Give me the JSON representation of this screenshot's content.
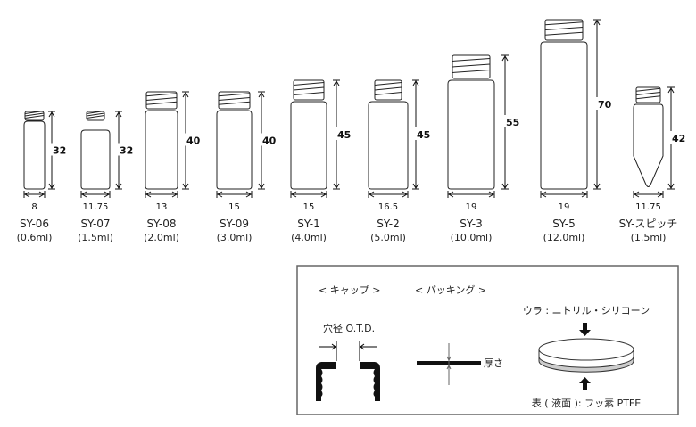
{
  "vials": [
    {
      "name": "SY-06",
      "volume": "(0.6ml)",
      "height": "32",
      "diameter": "8"
    },
    {
      "name": "SY-07",
      "volume": "(1.5ml)",
      "height": "32",
      "diameter": "11.75"
    },
    {
      "name": "SY-08",
      "volume": "(2.0ml)",
      "height": "40",
      "diameter": "13"
    },
    {
      "name": "SY-09",
      "volume": "(3.0ml)",
      "height": "40",
      "diameter": "15"
    },
    {
      "name": "SY-1",
      "volume": "(4.0ml)",
      "height": "45",
      "diameter": "15"
    },
    {
      "name": "SY-2",
      "volume": "(5.0ml)",
      "height": "45",
      "diameter": "16.5"
    },
    {
      "name": "SY-3",
      "volume": "(10.0ml)",
      "height": "55",
      "diameter": "19"
    },
    {
      "name": "SY-5",
      "volume": "(12.0ml)",
      "height": "70",
      "diameter": "19"
    },
    {
      "name": "SY-スピッチ",
      "volume": "(1.5ml)",
      "height": "42",
      "diameter": "11.75"
    }
  ],
  "legend": {
    "cap_title": "< キャップ >",
    "packing_title": "< パッキング >",
    "hole_label": "穴径 O.T.D.",
    "thickness_label": "厚さ",
    "back_label": "ウラ : ニトリル・シリコーン",
    "front_label": "表 ( 液面 ): フッ素 PTFE"
  }
}
